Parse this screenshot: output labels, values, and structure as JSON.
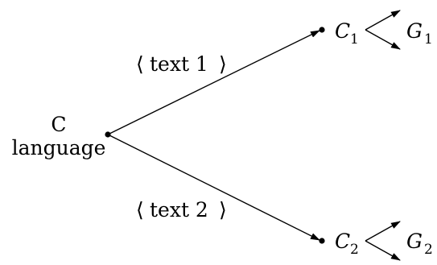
{
  "source_node": {
    "line1": "C",
    "line2": "language"
  },
  "edges": {
    "upper_label_open": "⟨",
    "upper_label_text": "text 1",
    "upper_label_close": "⟩",
    "lower_label_open": "⟨",
    "lower_label_text": "text 2",
    "lower_label_close": "⟩"
  },
  "targets": {
    "upper": {
      "letter": "C",
      "sub": "1",
      "branch_letter": "G",
      "branch_sub": "1"
    },
    "lower": {
      "letter": "C",
      "sub": "2",
      "branch_letter": "G",
      "branch_sub": "2"
    }
  }
}
